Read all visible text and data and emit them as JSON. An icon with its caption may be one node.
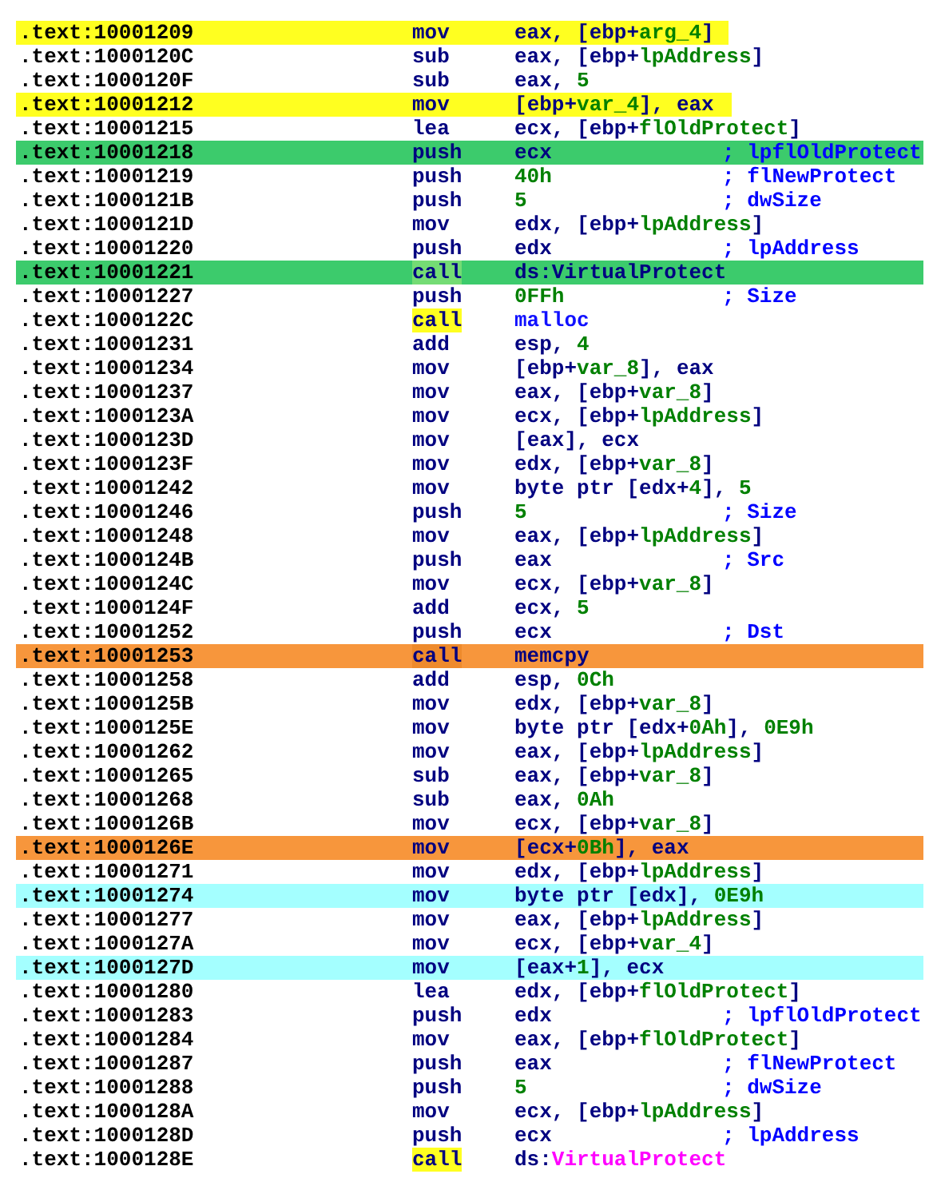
{
  "diagram": {
    "nodes": [
      {
        "text": [
          ".text:10001209",
          "mov",
          "eax, [ebp+arg_4]"
        ]
      },
      {
        "text": [
          ".text:10001212",
          "mov",
          "[ebp+var_4], eax"
        ]
      },
      {
        "text": [
          ".text:10001218",
          "push",
          "ecx",
          "; lpflOldProtect"
        ]
      },
      {
        "text": [
          ".text:10001221",
          "call",
          "ds:VirtualProtect"
        ]
      },
      {
        "text": [
          ".text:10001253",
          "call",
          "memcpy"
        ]
      },
      {
        "text": [
          ".text:1000126E",
          "mov",
          "[ecx+0Bh], eax"
        ]
      },
      {
        "text": [
          ".text:10001274",
          "mov",
          "byte ptr [edx], 0E9h"
        ]
      },
      {
        "text": [
          ".text:1000127D",
          "mov",
          "[eax+1], ecx"
        ]
      }
    ],
    "labels": [
      ".text:1000120C",
      "sub",
      "eax, [ebp+lpAddress]",
      ".text:1000120F",
      "sub",
      "eax, 5",
      ".text:10001215",
      "lea",
      "ecx, [ebp+flOldProtect]",
      ".text:10001219",
      "push",
      "40h",
      "; flNewProtect",
      ".text:1000121B",
      "push",
      "5",
      "; dwSize",
      ".text:1000121D",
      "mov",
      "edx, [ebp+lpAddress]",
      ".text:10001220",
      "push",
      "edx",
      "; lpAddress",
      ".text:10001227",
      "push",
      "0FFh",
      "; Size",
      ".text:1000122C",
      "call",
      "malloc",
      ".text:10001231",
      "add",
      "esp, 4",
      ".text:10001234",
      "mov",
      "[ebp+var_8], eax",
      ".text:10001237",
      "mov",
      "eax, [ebp+var_8]",
      ".text:1000123A",
      "mov",
      "ecx, [ebp+lpAddress]",
      ".text:1000123D",
      "mov",
      "[eax], ecx",
      ".text:1000123F",
      "mov",
      "edx, [ebp+var_8]",
      ".text:10001242",
      "mov",
      "byte ptr [edx+4], 5",
      ".text:10001246",
      "push",
      "5",
      "; Size",
      ".text:10001248",
      "mov",
      "eax, [ebp+lpAddress]",
      ".text:1000124B",
      "push",
      "eax",
      "; Src",
      ".text:1000124C",
      "mov",
      "ecx, [ebp+var_8]",
      ".text:1000124F",
      "add",
      "ecx, 5",
      ".text:10001252",
      "push",
      "ecx",
      "; Dst",
      ".text:10001258",
      "add",
      "esp, 0Ch",
      ".text:1000125B",
      "mov",
      "edx, [ebp+var_8]",
      ".text:1000125E",
      "mov",
      "byte ptr [edx+0Ah], 0E9h",
      ".text:10001262",
      "mov",
      "eax, [ebp+lpAddress]",
      ".text:10001265",
      "sub",
      "eax, [ebp+var_8]",
      ".text:10001268",
      "sub",
      "eax, 0Ah",
      ".text:1000126B",
      "mov",
      "ecx, [ebp+var_8]",
      ".text:10001271",
      "mov",
      "edx, [ebp+lpAddress]",
      ".text:10001277",
      "mov",
      "eax, [ebp+lpAddress]",
      ".text:1000127A",
      "mov",
      "ecx, [ebp+var_4]",
      ".text:10001280",
      "lea",
      "edx, [ebp+flOldProtect]",
      ".text:10001283",
      "push",
      "edx",
      "; lpflOldProtect",
      ".text:10001284",
      "mov",
      "eax, [ebp+flOldProtect]",
      ".text:10001287",
      "push",
      "eax",
      "; flNewProtect",
      ".text:10001288",
      "push",
      "5",
      "; dwSize",
      ".text:1000128A",
      "mov",
      "ecx, [ebp+lpAddress]",
      ".text:1000128D",
      "push",
      "ecx",
      "; lpAddress",
      ".text:1000128E",
      "call",
      "ds:VirtualProtect"
    ]
  }
}
